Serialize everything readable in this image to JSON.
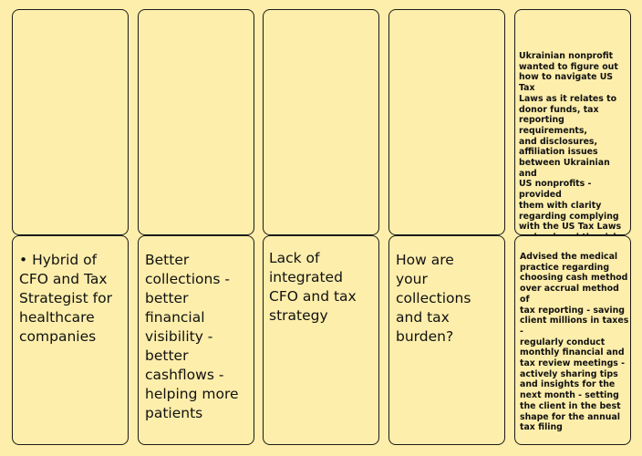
{
  "top_row": [
    {
      "text": ""
    },
    {
      "text": ""
    },
    {
      "text": ""
    },
    {
      "text": ""
    },
    {
      "text": "Ukrainian nonprofit\nwanted to figure out\nhow to navigate US Tax\nLaws as it relates to\ndonor funds, tax\nreporting requirements,\nand disclosures,\naffiliation issues\nbetween Ukrainian and\nUS nonprofits - provided\nthem with clarity\nregarding complying\nwith the US Tax Laws\nand reduced the risk of\nany audits."
    }
  ],
  "bottom_row": [
    {
      "text": "• Hybrid of\nCFO and Tax\nStrategist for\nhealthcare\ncompanies"
    },
    {
      "text": "Better\ncollections -\nbetter\nfinancial\nvisibility -\nbetter\ncashflows -\nhelping more\npatients"
    },
    {
      "text": "Lack of\nintegrated\nCFO and tax\nstrategy"
    },
    {
      "text": "How are\nyour\ncollections\nand tax\nburden?"
    },
    {
      "text": "Advised the medical\npractice regarding\nchoosing cash method\nover accrual method of\ntax reporting - saving\nclient millions in taxes -\nregularly conduct\nmonthly financial and\ntax review meetings -\nactively sharing tips\nand insights for the\nnext month - setting\nthe client in the best\nshape for the annual\ntax filing"
    }
  ]
}
